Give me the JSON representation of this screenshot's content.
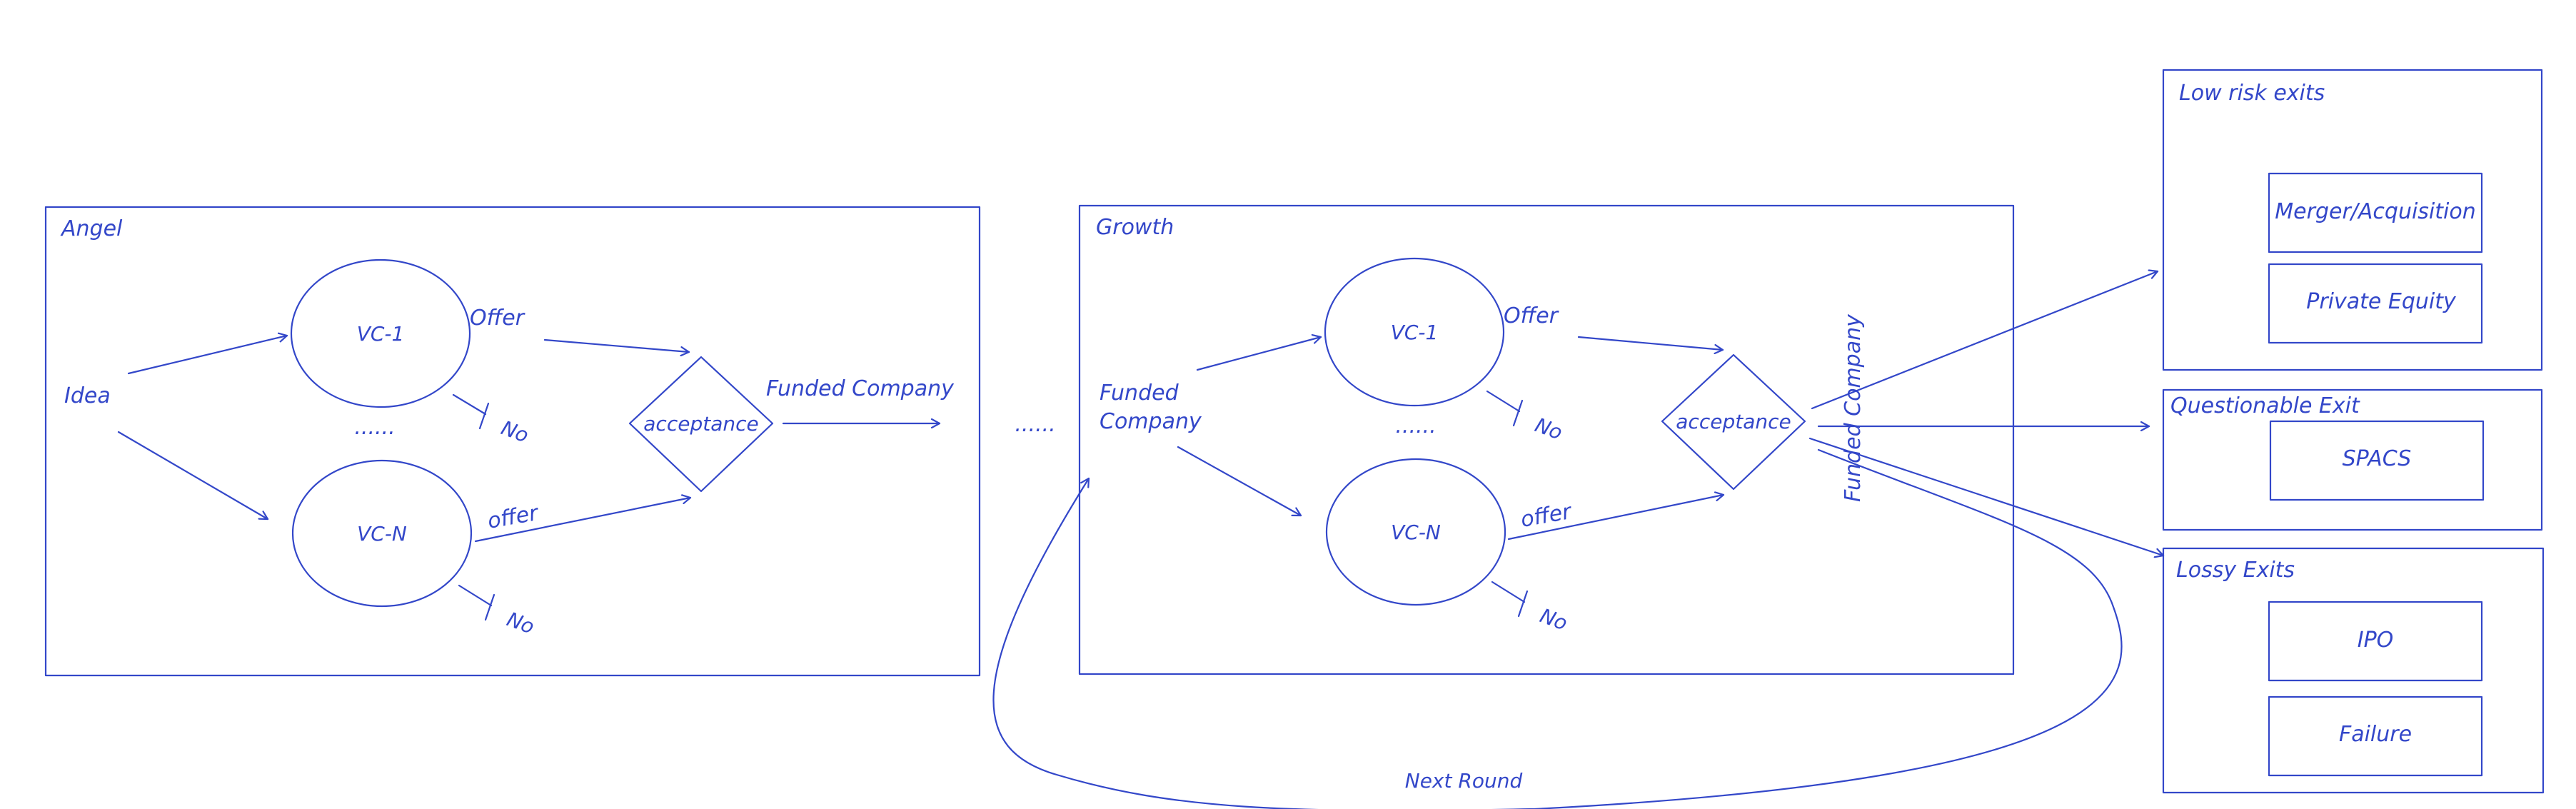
{
  "color": "#3347c9",
  "labels": {
    "angel": "Angel",
    "growth": "Growth",
    "idea": "Idea",
    "vc1": "VC-1",
    "vcn": "VC-N",
    "offer": "Offer",
    "offer_lower": "offer",
    "no": "No",
    "acceptance": "acceptance",
    "funded_company": "Funded Company",
    "funded": "Funded",
    "company": "Company",
    "ellipsis": "......",
    "next_round": "Next Round",
    "low_risk_exits": "Low risk exits",
    "merger": "Merger/Acquisition",
    "private_equity": "Private Equity",
    "questionable_exit": "Questionable Exit",
    "spacs": "SPACS",
    "lossy_exits": "Lossy Exits",
    "ipo": "IPO",
    "failure": "Failure"
  }
}
